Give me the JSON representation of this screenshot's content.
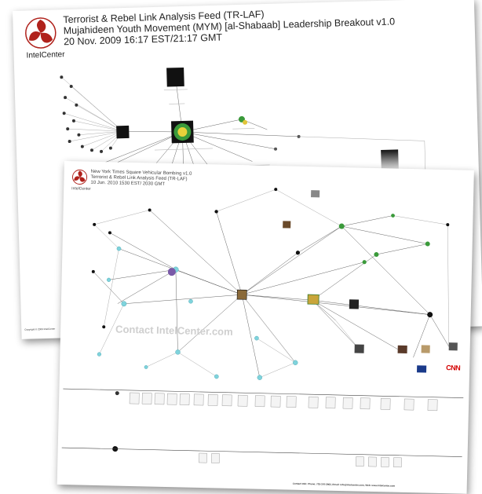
{
  "back_sheet": {
    "title_lines": [
      "Terrorist & Rebel Link Analysis Feed (TR-LAF)",
      "Mujahideen Youth Movement (MYM) [al-Shabaab] Leadership Breakout v1.0",
      "20 Nov. 2009 16:17 EST/21:17 GMT"
    ],
    "brand": "IntelCenter",
    "copyright": "Copyright © 2009 IntelCenter"
  },
  "front_sheet": {
    "title_lines": [
      "New York Times Square Vehicular Bombing v1.0",
      "Terrorist & Rebel Link Analysis Feed (TR-LAF)",
      "10 Jun. 2010 1530 EST/ 2030 GMT"
    ],
    "brand": "IntelCenter",
    "watermark": "Contact IntelCenter.com",
    "cnn": "CNN",
    "footer": "Contact Info: Phone: 703-370-2962, Email: info@intelcenter.com, Web: www.intelcenter.com"
  },
  "colors": {
    "logo_red": "#b0221c",
    "node_teal": "#7fd3dc",
    "node_green": "#3a9a3a",
    "node_dark": "#111111",
    "node_purple": "#7a5aa8",
    "cnn_red": "#d40000"
  }
}
